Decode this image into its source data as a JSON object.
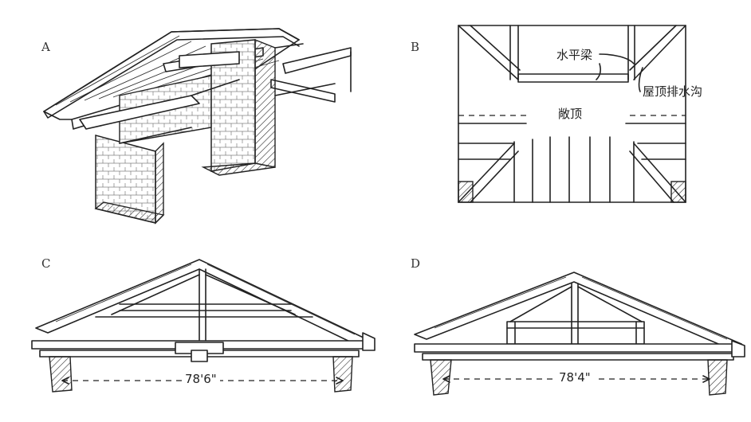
{
  "panels": {
    "a": {
      "label": "A"
    },
    "b": {
      "label": "B",
      "labels": {
        "beam": "水平梁",
        "gutter": "屋顶排水沟",
        "open_top": "敞顶"
      }
    },
    "c": {
      "label": "C",
      "span": "78'6\""
    },
    "d": {
      "label": "D",
      "span": "78'4\""
    }
  }
}
